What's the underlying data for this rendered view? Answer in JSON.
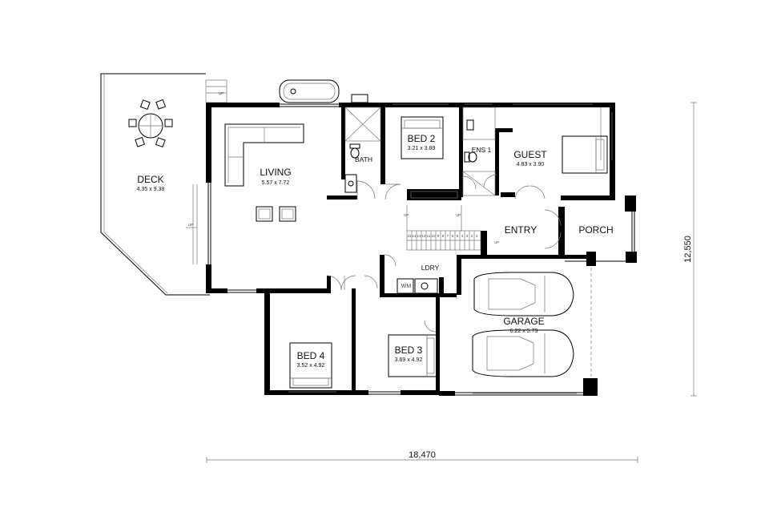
{
  "rooms": {
    "deck": {
      "name": "DECK",
      "size": "4.35 x 9.38"
    },
    "living": {
      "name": "LIVING",
      "size": "5.57 x 7.72"
    },
    "bath": {
      "name": "BATH"
    },
    "bed2": {
      "name": "BED 2",
      "size": "3.21 x 3.89"
    },
    "ens1": {
      "name": "ENS 1"
    },
    "guest": {
      "name": "GUEST",
      "size": "4.83 x 3.90"
    },
    "entry": {
      "name": "ENTRY"
    },
    "porch": {
      "name": "PORCH"
    },
    "ldry": {
      "name": "LDRY"
    },
    "wm": {
      "name": "WM"
    },
    "garage": {
      "name": "GARAGE",
      "size": "6.22 x 5.73"
    },
    "bed3": {
      "name": "BED 3",
      "size": "3.69 x 4.92"
    },
    "bed4": {
      "name": "BED 4",
      "size": "3.52 x 4.92"
    }
  },
  "dimensions": {
    "overall_width": "18,470",
    "overall_depth": "12,550"
  },
  "annotations": {
    "up": "UP",
    "step": "UP",
    "stair_numbers": [
      "15",
      "14",
      "13",
      "12",
      "11",
      "10",
      "9",
      "8",
      "7",
      "6",
      "5",
      "4",
      "3",
      "2",
      "1"
    ]
  }
}
